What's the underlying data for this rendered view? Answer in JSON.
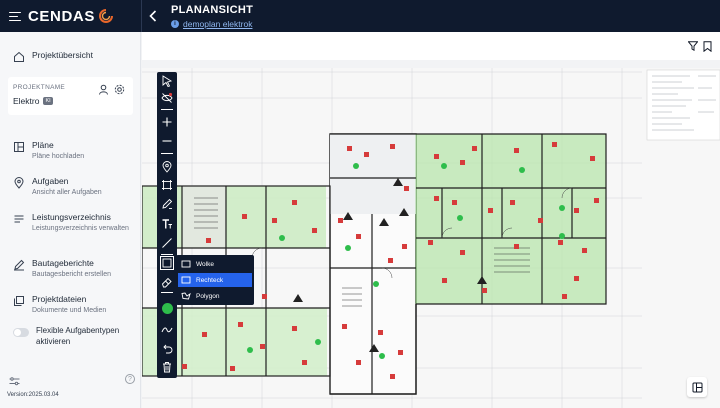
{
  "app": {
    "logo_text": "CENDAS",
    "page_title": "PLANANSICHT",
    "project_link": "demoplan elektrok"
  },
  "sidebar": {
    "overview_label": "Projektübersicht",
    "project_card": {
      "label": "PROJEKTNAME",
      "name": "Elektro",
      "badge": "KI"
    },
    "items": [
      {
        "title": "Pläne",
        "subtitle": "Pläne hochladen",
        "icon": "plans-icon"
      },
      {
        "title": "Aufgaben",
        "subtitle": "Ansicht aller Aufgaben",
        "icon": "location-pin-icon"
      },
      {
        "title": "Leistungsverzeichnis",
        "subtitle": "Leistungsverzeichnis verwalten",
        "icon": "list-icon"
      },
      {
        "title": "Bautageberichte",
        "subtitle": "Bautagesbericht erstellen",
        "icon": "pen-icon"
      },
      {
        "title": "Projektdateien",
        "subtitle": "Dokumente und Medien",
        "icon": "files-icon"
      }
    ],
    "toggle_label": "Flexible Aufgabentypen aktivieren",
    "toggle_on": false,
    "version": "Version:2025.03.04"
  },
  "toolbar": {
    "tools": [
      "select-arrow-icon",
      "hide-markers-icon",
      "zoom-in-icon",
      "zoom-out-icon",
      "pin-icon",
      "crop-icon",
      "edit-icon",
      "text-tool-icon",
      "line-icon",
      "rectangle-icon",
      "eraser-icon",
      "color-icon",
      "freehand-icon",
      "undo-icon",
      "delete-icon"
    ],
    "active_tool": "rectangle",
    "active_color": "#2ebd4b"
  },
  "shape_menu": {
    "items": [
      {
        "label": "Wolke",
        "icon": "cloud-icon"
      },
      {
        "label": "Rechteck",
        "icon": "rectangle-icon"
      },
      {
        "label": "Polygon",
        "icon": "polygon-icon"
      }
    ],
    "selected_index": 1
  },
  "colors": {
    "topbar": "#0f1a2e",
    "accent": "#2563eb",
    "highlight_green": "#b9e6ad",
    "marker_red": "#d63b3b"
  }
}
